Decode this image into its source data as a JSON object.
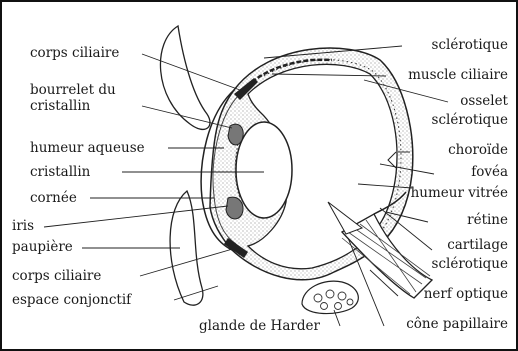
{
  "diagram": {
    "labels_left": {
      "corps_ciliaire_top": "corps ciliaire",
      "bourrelet_line1": "bourrelet du",
      "bourrelet_line2": "cristallin",
      "humeur_aqueuse": "humeur aqueuse",
      "cristallin": "cristallin",
      "cornee": "cornée",
      "iris": "iris",
      "paupiere": "paupière",
      "corps_ciliaire_bottom": "corps ciliaire",
      "espace_conjonctif": "espace conjonctif"
    },
    "labels_right": {
      "sclerotique": "sclérotique",
      "muscle_ciliaire": "muscle ciliaire",
      "osselet": "osselet",
      "osselet_sclerotique": "sclérotique",
      "choroide": "choroïde",
      "fovea": "fovéa",
      "humeur_vitree": "humeur vitrée",
      "retine": "rétine",
      "cartilage": "cartilage",
      "cartilage_sclerotique": "sclérotique",
      "nerf_optique": "nerf optique",
      "cone_papillaire": "cône papillaire"
    },
    "labels_bottom": {
      "glande_de_harder": "glande de Harder"
    }
  }
}
